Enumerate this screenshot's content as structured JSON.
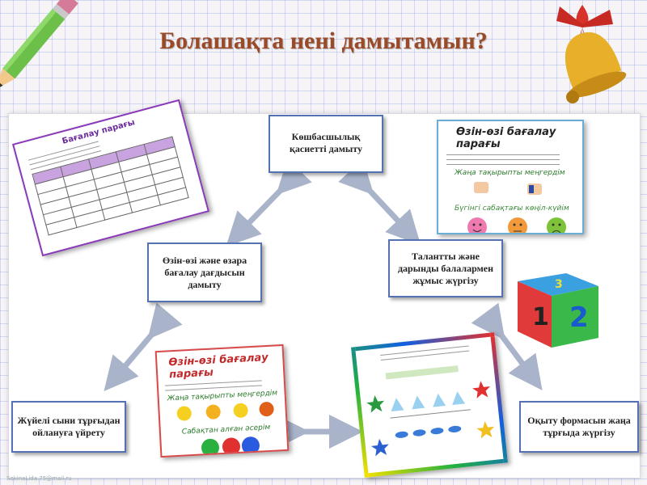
{
  "slide": {
    "title": "Болашақта нені дамытамын?",
    "watermark": "SokinaLida.75@mail.ru"
  },
  "boxes": {
    "top": "Көшбасшылық қасиетті дамыту",
    "right": "Талантты және дарынды балалармен жұмыс жүргізу",
    "left": "Өзін-өзі және өзара бағалау дағдысын дамыту",
    "bottom_left": "Жүйелі сыни тұрғыдан ойлануға үйрету",
    "bottom_right": "Оқыту формасын жаңа тұрғыда жүргізу"
  },
  "cards": {
    "grading_sheet_title": "Бағалау парағы",
    "self_assessment_title": "Өзін-өзі бағалау парағы",
    "self_assessment_subtitle_1": "Жаңа тақырыпты меңгердім",
    "self_assessment_subtitle_2": "Бүгінгі сабақтағы көңіл-күйім",
    "self_assessment_subtitle_3": "Сабақтан алған әсерім"
  },
  "dice": {
    "face_front": "1",
    "face_side": "2",
    "face_top": "3"
  },
  "colors": {
    "title": "#9a4a26",
    "box_border": "#5472b3",
    "arrow": "#a9b3c9"
  },
  "icons": [
    "pencil-icon",
    "bell-icon",
    "dice-icon",
    "double-arrow-icon",
    "smiley-icon",
    "thumbs-icon",
    "star-icon"
  ]
}
